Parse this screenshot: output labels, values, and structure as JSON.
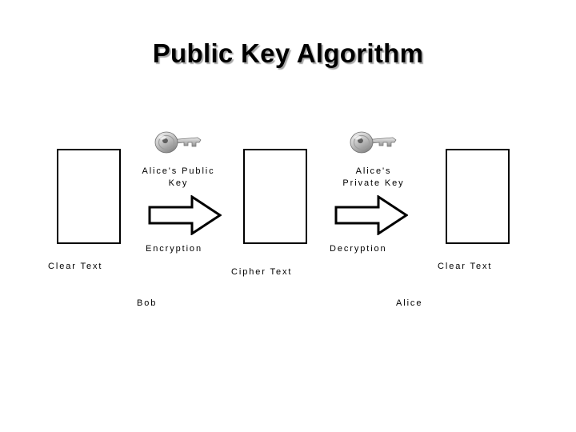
{
  "slide": {
    "title": "Public Key Algorithm",
    "background_color": "#ffffff",
    "text_color": "#000000"
  },
  "diagram": {
    "type": "flow",
    "boxes": [
      {
        "id": "clear-left",
        "label": "Clear Text",
        "actor": "Bob"
      },
      {
        "id": "cipher",
        "label": "Cipher Text",
        "actor": ""
      },
      {
        "id": "clear-right",
        "label": "Clear Text",
        "actor": "Alice"
      }
    ],
    "steps": [
      {
        "id": "encryption",
        "operation": "Encryption",
        "key_name_line1": "A lice's  P u b lic",
        "key_name_line2": "K e y",
        "key_icon": "key-icon"
      },
      {
        "id": "decryption",
        "operation": "Decryption",
        "key_name_line1": "A lic e's",
        "key_name_line2": "P riv a te  K e y",
        "key_icon": "key-icon"
      }
    ],
    "labels": {
      "clear_text_left": "Clear Text",
      "cipher_text": "Cipher Text",
      "clear_text_right": "Clear Text",
      "encryption": "Encryption",
      "decryption": "Decryption",
      "alice_public_key_line1": "Alice's Public",
      "alice_public_key_line2": "Key",
      "alice_private_key_line1": "Alice's",
      "alice_private_key_line2": "Private Key",
      "actor_bob": "Bob",
      "actor_alice": "Alice"
    },
    "arrow_icon": "arrow-right-icon",
    "colors": {
      "outline": "#000000",
      "box_fill": "#ffffff",
      "key_light": "#e8e8e8",
      "key_mid": "#b8b8b8",
      "key_dark": "#7a7a7a"
    }
  }
}
